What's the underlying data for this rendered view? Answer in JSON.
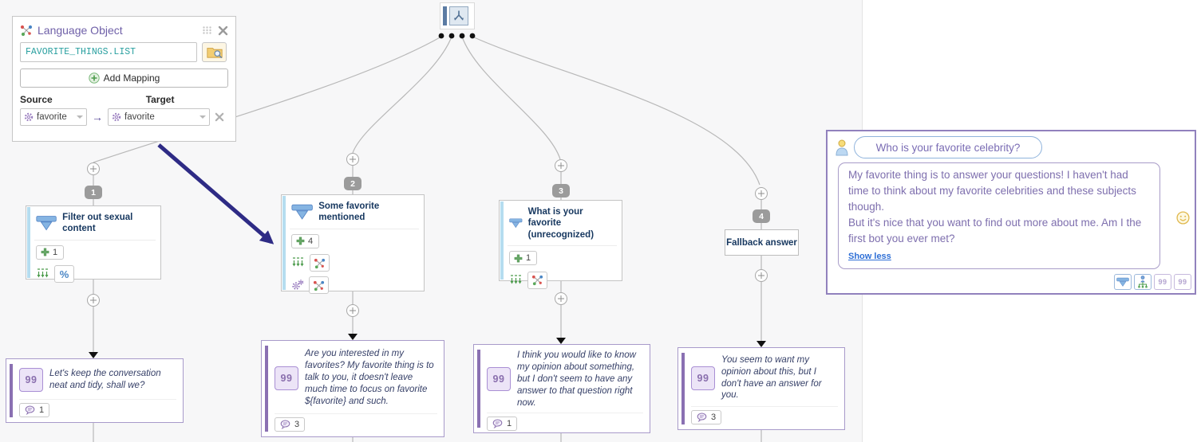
{
  "colors": {
    "accent_purple": "#8a70b2",
    "accent_blue": "#5b9bd5",
    "annotation_navy": "#2e2b85",
    "link_blue": "#2e6fd6"
  },
  "language_object_panel": {
    "title": "Language Object",
    "name_value": "FAVORITE_THINGS.LIST",
    "add_mapping_label": "Add Mapping",
    "source_label": "Source",
    "target_label": "Target",
    "mapping_arrow_icon": "→",
    "mapping": {
      "source": "favorite",
      "target": "favorite"
    }
  },
  "flow": {
    "transitions": [
      {
        "number": "1",
        "title": "Filter out sexual content",
        "match_count": "1"
      },
      {
        "number": "2",
        "title": "Some favorite mentioned",
        "match_count": "4"
      },
      {
        "number": "3",
        "title": "What is your favorite (unrecognized)",
        "match_count": "1"
      },
      {
        "number": "4",
        "title": "Fallback answer"
      }
    ],
    "answers": [
      {
        "text": "Let's keep the conversation neat and tidy, shall we?",
        "count": "1"
      },
      {
        "text": "Are you interested in my favorites? My favorite thing is to talk to you, it doesn't leave much time to focus on favorite ${favorite} and such.",
        "count": "3"
      },
      {
        "text": "I think you would like to know my opinion about something, but I don't seem to have any answer to that question right now.",
        "count": "1"
      },
      {
        "text": "You seem to want my opinion about this, but I don't have an answer for you.",
        "count": "3"
      }
    ],
    "icons": {
      "percent_icon": "%",
      "quote_glyph": "99"
    }
  },
  "chat": {
    "question": "Who is your favorite celebrity?",
    "answer_line1": "My favorite thing is to answer your questions! I haven't had time to think about my favorite celebrities and these subjects though.",
    "answer_line2": "But it's nice that you want to find out more about me. Am I the first bot you ever met?",
    "show_less": "Show less"
  }
}
